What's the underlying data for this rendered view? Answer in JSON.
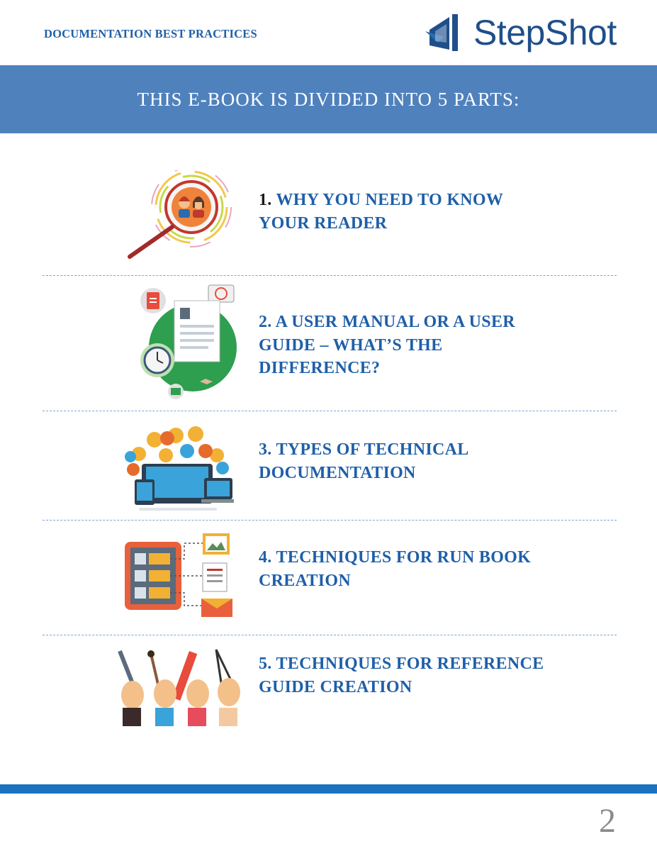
{
  "header": {
    "section_label": "DOCUMENTATION BEST PRACTICES",
    "logo_text": "StepShot"
  },
  "banner": {
    "title": "THIS E-BOOK IS DIVIDED INTO 5 PARTS:"
  },
  "parts": [
    {
      "number": "1.",
      "title": "WHY YOU NEED TO KNOW YOUR READER",
      "icon": "magnifier-people-icon"
    },
    {
      "number": "2.",
      "title": "A USER MANUAL OR A USER GUIDE – WHAT’S THE DIFFERENCE?",
      "icon": "document-clock-icon"
    },
    {
      "number": "3.",
      "title": "TYPES OF TECHNICAL DOCUMENTATION",
      "icon": "devices-documents-icon"
    },
    {
      "number": "4.",
      "title": "TECHNIQUES FOR RUN BOOK CREATION",
      "icon": "tablet-flowchart-icon"
    },
    {
      "number": "5.",
      "title": "TECHNIQUES FOR REFERENCE GUIDE CREATION",
      "icon": "hands-tools-icon"
    }
  ],
  "footer": {
    "page_number": "2"
  },
  "colors": {
    "accent": "#1f5fa8",
    "banner": "#4f81bd",
    "bottom_bar": "#1b72c0"
  }
}
